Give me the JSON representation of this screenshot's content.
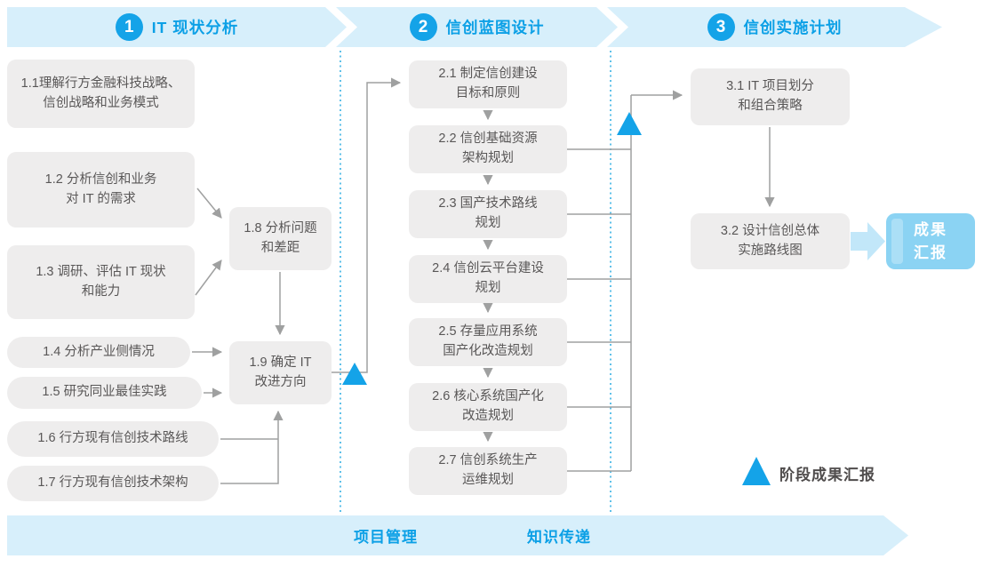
{
  "colors": {
    "accent_blue": "#14A3E8",
    "band_background": "#D7EFFB",
    "band_text_blue": "#0CA0E6",
    "task_box_background": "#EEEDED",
    "task_box_text": "#595757",
    "connector_gray": "#9FA0A0",
    "dotted_separator_blue": "#29ABE2",
    "result_box_background": "#8BD3F3",
    "thick_arrow_blue": "#C2E7F9",
    "legend_text": "#4F4C4C"
  },
  "phases": [
    {
      "number": "1",
      "title": "IT 现状分析"
    },
    {
      "number": "2",
      "title": "信创蓝图设计"
    },
    {
      "number": "3",
      "title": "信创实施计划"
    }
  ],
  "phase1": {
    "items": [
      {
        "id": "1.1",
        "label": "1.1理解行方金融科技战略、\n信创战略和业务模式"
      },
      {
        "id": "1.2",
        "label": "1.2 分析信创和业务\n对 IT 的需求"
      },
      {
        "id": "1.3",
        "label": "1.3 调研、评估 IT 现状\n和能力"
      },
      {
        "id": "1.4",
        "label": "1.4 分析产业侧情况"
      },
      {
        "id": "1.5",
        "label": "1.5 研究同业最佳实践"
      },
      {
        "id": "1.6",
        "label": "1.6 行方现有信创技术路线"
      },
      {
        "id": "1.7",
        "label": "1.7 行方现有信创技术架构"
      },
      {
        "id": "1.8",
        "label": "1.8 分析问题\n和差距"
      },
      {
        "id": "1.9",
        "label": "1.9 确定 IT\n改进方向"
      }
    ]
  },
  "phase2": {
    "items": [
      {
        "id": "2.1",
        "label": "2.1 制定信创建设\n目标和原则"
      },
      {
        "id": "2.2",
        "label": "2.2 信创基础资源\n架构规划"
      },
      {
        "id": "2.3",
        "label": "2.3 国产技术路线\n规划"
      },
      {
        "id": "2.4",
        "label": "2.4 信创云平台建设\n规划"
      },
      {
        "id": "2.5",
        "label": "2.5 存量应用系统\n国产化改造规划"
      },
      {
        "id": "2.6",
        "label": "2.6 核心系统国产化\n改造规划"
      },
      {
        "id": "2.7",
        "label": "2.7 信创系统生产\n运维规划"
      }
    ]
  },
  "phase3": {
    "items": [
      {
        "id": "3.1",
        "label": "3.1 IT 项目划分\n和组合策略"
      },
      {
        "id": "3.2",
        "label": "3.2 设计信创总体\n实施路线图"
      }
    ],
    "result_label": "成果\n汇报"
  },
  "legend": {
    "label": "阶段成果汇报"
  },
  "bottom_bar": {
    "labels": [
      "项目管理",
      "知识传递"
    ]
  }
}
